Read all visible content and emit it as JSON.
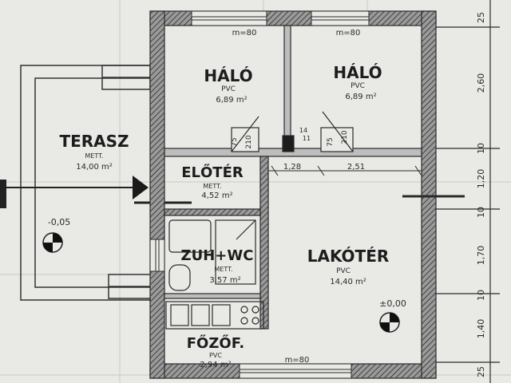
{
  "colors": {
    "background": "#e9e9e6",
    "wall": "#2a2a2a",
    "wall_hatch": "#8a8a8a",
    "line": "#333333"
  },
  "rooms": [
    {
      "id": "halo-1",
      "name": "HÁLÓ",
      "floor": "PVC",
      "area": "6,89 m²"
    },
    {
      "id": "halo-2",
      "name": "HÁLÓ",
      "floor": "PVC",
      "area": "6,89 m²"
    },
    {
      "id": "terasz",
      "name": "TERASZ",
      "floor": "METT.",
      "area": "14,00 m²"
    },
    {
      "id": "eloter",
      "name": "ELŐTÉR",
      "floor": "METT.",
      "area": "4,52 m²"
    },
    {
      "id": "zuh-wc",
      "name": "ZUH+WC",
      "floor": "METT.",
      "area": "3,57 m²"
    },
    {
      "id": "lakoter",
      "name": "LAKÓTÉR",
      "floor": "PVC",
      "area": "14,40 m²"
    },
    {
      "id": "fozo",
      "name": "FŐZŐF.",
      "floor": "PVC",
      "area": "2,94 m²"
    }
  ],
  "openings": {
    "top_left": "m=80",
    "top_right": "m=80",
    "bottom": "m=80"
  },
  "door_labels": {
    "halo1_door_w": "75",
    "halo1_door_h": "210",
    "halo2_door_w": "75",
    "halo2_door_h": "210",
    "center_top": "14",
    "center_bottom": "11"
  },
  "interior_dims": {
    "left": "1,28",
    "right": "2,51"
  },
  "levels": {
    "terasz": "-0,05",
    "lakoter": "±0,00"
  },
  "right_dims": [
    "25",
    "2,60",
    "10",
    "1,20",
    "10",
    "1,70",
    "10",
    "1,40",
    "25"
  ]
}
